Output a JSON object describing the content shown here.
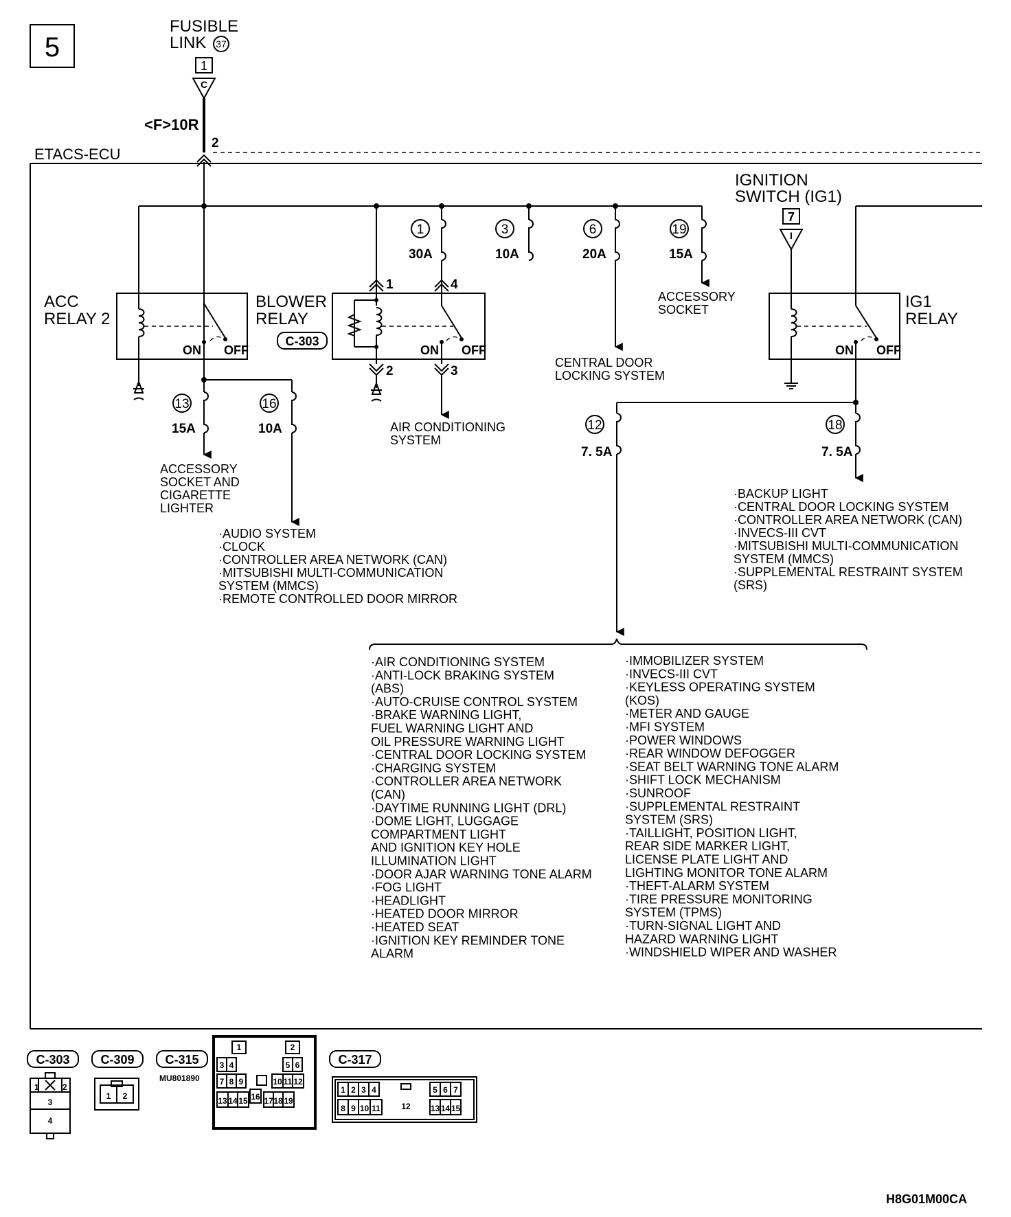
{
  "page_number": "5",
  "fusible_link": {
    "label_line1": "FUSIBLE",
    "label_line2": "LINK",
    "number": "37",
    "terminal": "1",
    "connector": "C"
  },
  "wire": {
    "label": "<F>10R",
    "pin": "2"
  },
  "ecu_label": "ETACS-ECU",
  "ignition_switch": {
    "line1": "IGNITION",
    "line2": "SWITCH (IG1)",
    "terminal": "7",
    "connector": "I"
  },
  "relays": {
    "acc": {
      "line1": "ACC",
      "line2": "RELAY 2",
      "on": "ON",
      "off": "OFF"
    },
    "blower": {
      "line1": "BLOWER",
      "line2": "RELAY",
      "connector": "C-303",
      "on": "ON",
      "off": "OFF",
      "pins": [
        "1",
        "4",
        "2",
        "3"
      ]
    },
    "ig1": {
      "line1": "IG1",
      "line2": "RELAY",
      "on": "ON",
      "off": "OFF"
    }
  },
  "fuses": [
    {
      "number": "1",
      "rating": "30A"
    },
    {
      "number": "3",
      "rating": "10A"
    },
    {
      "number": "6",
      "rating": "20A"
    },
    {
      "number": "19",
      "rating": "15A"
    },
    {
      "number": "13",
      "rating": "15A"
    },
    {
      "number": "16",
      "rating": "10A"
    },
    {
      "number": "12",
      "rating": "7. 5A"
    },
    {
      "number": "18",
      "rating": "7. 5A"
    }
  ],
  "loads": {
    "accessory_socket": [
      "ACCESSORY",
      "SOCKET"
    ],
    "central_door": [
      "CENTRAL DOOR",
      "LOCKING SYSTEM"
    ],
    "air_conditioning": [
      "AIR CONDITIONING",
      "SYSTEM"
    ],
    "accessory_cigarette": [
      "ACCESSORY",
      "SOCKET AND",
      "CIGARETTE",
      "LIGHTER"
    ],
    "fuse16_list": [
      "·AUDIO SYSTEM",
      "·CLOCK",
      "·CONTROLLER AREA NETWORK (CAN)",
      "·MITSUBISHI MULTI-COMMUNICATION",
      " SYSTEM (MMCS)",
      "·REMOTE CONTROLLED DOOR MIRROR"
    ],
    "fuse18_list": [
      "·BACKUP LIGHT",
      "·CENTRAL DOOR LOCKING SYSTEM",
      "·CONTROLLER AREA NETWORK (CAN)",
      "·INVECS-III CVT",
      "·MITSUBISHI MULTI-COMMUNICATION",
      " SYSTEM (MMCS)",
      "·SUPPLEMENTAL RESTRAINT SYSTEM",
      " (SRS)"
    ],
    "fuse12_list_left": [
      "·AIR CONDITIONING SYSTEM",
      "·ANTI-LOCK BRAKING SYSTEM",
      " (ABS)",
      "·AUTO-CRUISE CONTROL SYSTEM",
      "·BRAKE WARNING LIGHT,",
      " FUEL WARNING LIGHT AND",
      " OIL PRESSURE WARNING LIGHT",
      "·CENTRAL DOOR LOCKING SYSTEM",
      "·CHARGING SYSTEM",
      "·CONTROLLER AREA NETWORK",
      " (CAN)",
      "·DAYTIME RUNNING LIGHT (DRL)",
      "·DOME LIGHT, LUGGAGE",
      " COMPARTMENT LIGHT",
      " AND IGNITION KEY HOLE",
      " ILLUMINATION LIGHT",
      "·DOOR AJAR WARNING TONE ALARM",
      "·FOG LIGHT",
      "·HEADLIGHT",
      "·HEATED DOOR MIRROR",
      "·HEATED SEAT",
      "·IGNITION KEY REMINDER TONE",
      " ALARM"
    ],
    "fuse12_list_right": [
      "·IMMOBILIZER SYSTEM",
      "·INVECS-III CVT",
      "·KEYLESS OPERATING SYSTEM",
      " (KOS)",
      "·METER AND GAUGE",
      "·MFI SYSTEM",
      "·POWER WINDOWS",
      "·REAR WINDOW DEFOGGER",
      "·SEAT BELT WARNING TONE ALARM",
      "·SHIFT LOCK MECHANISM",
      "·SUNROOF",
      "·SUPPLEMENTAL RESTRAINT",
      " SYSTEM (SRS)",
      "·TAILLIGHT, POSITION LIGHT,",
      " REAR SIDE MARKER LIGHT,",
      " LICENSE PLATE LIGHT AND",
      " LIGHTING MONITOR TONE ALARM",
      "·THEFT-ALARM SYSTEM",
      "·TIRE PRESSURE MONITORING",
      " SYSTEM (TPMS)",
      "·TURN-SIGNAL LIGHT AND",
      " HAZARD WARNING LIGHT",
      "·WINDSHIELD WIPER AND WASHER"
    ]
  },
  "connectors": {
    "c303": {
      "label": "C-303",
      "pins": [
        "1",
        "2",
        "3",
        "4"
      ]
    },
    "c309": {
      "label": "C-309",
      "pins": [
        "1",
        "2"
      ]
    },
    "c315": {
      "label": "C-315",
      "part": "MU801890",
      "pins": [
        "1",
        "2",
        "3",
        "4",
        "5",
        "6",
        "7",
        "8",
        "9",
        "10",
        "11",
        "12",
        "13",
        "14",
        "15",
        "16",
        "17",
        "18",
        "19"
      ]
    },
    "c317": {
      "label": "C-317",
      "pins": [
        "1",
        "2",
        "3",
        "4",
        "5",
        "6",
        "7",
        "8",
        "9",
        "10",
        "11",
        "12",
        "13",
        "14",
        "15"
      ]
    }
  },
  "figure_code": "H8G01M00CA"
}
